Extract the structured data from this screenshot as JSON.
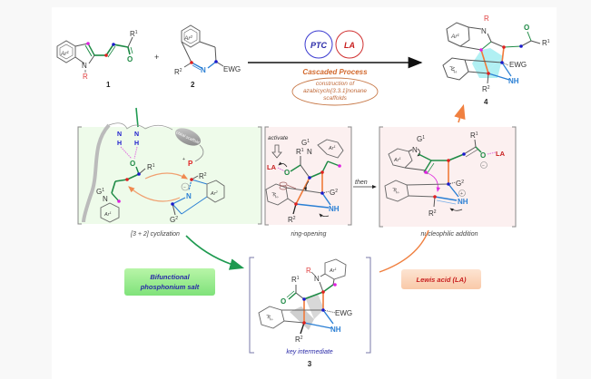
{
  "scheme": {
    "reactants": {
      "compound1": {
        "number": "1",
        "ring_label": "Ar",
        "ring_sup": "1",
        "n_sub": "R",
        "n_label": "N",
        "carbonyl_o": "O",
        "r_label": "R",
        "r_sup": "1"
      },
      "plus": "+",
      "compound2": {
        "number": "2",
        "ring_label": "Ar",
        "ring_sup": "2",
        "r_label": "R",
        "r_sup": "2",
        "n_label": "N",
        "ewg": "EWG"
      }
    },
    "arrow": {
      "catalyst_1": "PTC",
      "catalyst_2": "LA",
      "process_label": "Cascaded Process",
      "ellipse_lines": [
        "construction of",
        "azabicyclo[3.3.1]nonane",
        "scaffolds"
      ]
    },
    "product": {
      "number": "4",
      "n_label": "N",
      "r_label": "R",
      "ring1": "Ar",
      "ring1_sup": "1",
      "ring2": "Ar",
      "ring2_sup": "2",
      "o": "O",
      "r1": "R",
      "r1_sup": "1",
      "ewg": "EWG",
      "nh": "NH",
      "r2": "R",
      "r2_sup": "2"
    },
    "step_cyclization": {
      "caption": "[3 + 2] cyclization",
      "scaffold_label": "chiral scaffold",
      "nh_n": "N",
      "nh_h": "H",
      "p_label": "P",
      "o": "O",
      "r1": "R",
      "r1_sup": "1",
      "g1": "G",
      "g1_sup": "1",
      "n": "N",
      "ring1": "Ar",
      "ring1_sup": "1",
      "r2": "R",
      "r2_sup": "2",
      "ring2": "Ar",
      "ring2_sup": "2",
      "g2": "G",
      "g2_sup": "2"
    },
    "step_ring_opening": {
      "caption": "ring-opening",
      "activate": "activate",
      "la": "LA",
      "o": "O",
      "r1": "R",
      "r1_sup": "1",
      "g1": "G",
      "g1_sup": "1",
      "n": "N",
      "ring1": "Ar",
      "ring1_sup": "1",
      "g2": "G",
      "g2_sup": "2",
      "ring2": "Ar",
      "ring2_sup": "2",
      "nh": "NH",
      "r2": "R",
      "r2_sup": "2"
    },
    "then_label": "then",
    "step_nucleophilic": {
      "caption": "nucleophilic addition",
      "g1": "G",
      "g1_sup": "1",
      "n": "N",
      "ring1": "Ar",
      "ring1_sup": "1",
      "r1": "R",
      "r1_sup": "1",
      "o": "O",
      "la": "LA",
      "g2": "G",
      "g2_sup": "2",
      "ring2": "Ar",
      "ring2_sup": "2",
      "nh": "NH",
      "r2": "R",
      "r2_sup": "2"
    },
    "catalyst_box": {
      "line1": "Bifunctional",
      "line2": "phosphonium salt"
    },
    "lewis_acid_box": "Lewis acid (LA)",
    "intermediate": {
      "caption": "key intermediate",
      "number": "3",
      "r": "R",
      "n": "N",
      "ring1": "Ar",
      "ring1_sup": "1",
      "r1": "R",
      "r1_sup": "1",
      "o": "O",
      "ewg": "EWG",
      "ring2": "Ar",
      "ring2_sup": "2",
      "nh": "NH",
      "r2": "R",
      "r2_sup": "2"
    },
    "colors": {
      "green": "#1e8a45",
      "red": "#e02020",
      "blue": "#1a1acc",
      "magenta": "#e020e0",
      "orange": "#f07a3a",
      "process_orange": "#d2672a",
      "la_red": "#c81e1e",
      "ptc_blue": "#2a2aa8",
      "bond_blue": "#2a7fd4",
      "green_box": "#eefbea",
      "pink_box": "#fcf0f0",
      "cyan_fill": "#a8eef2"
    }
  }
}
